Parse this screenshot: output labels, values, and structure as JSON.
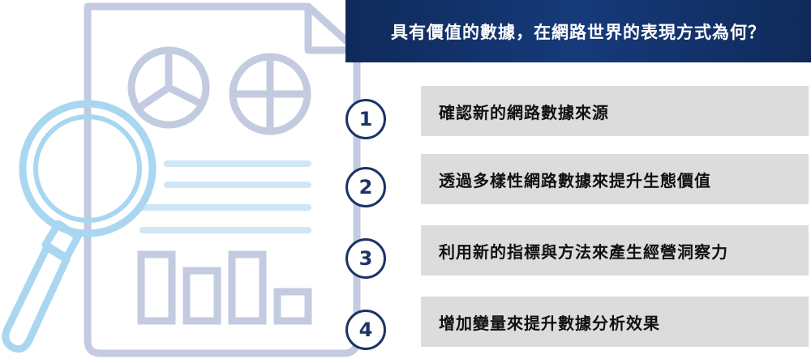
{
  "title": "具有價值的數據，在網路世界的表現方式為何？",
  "steps": [
    {
      "number": "1",
      "text": "確認新的網路數據來源"
    },
    {
      "number": "2",
      "text": "透過多樣性網路數據來提升生態價值"
    },
    {
      "number": "3",
      "text": "利用新的指標與方法來產生經營洞察力"
    },
    {
      "number": "4",
      "text": "增加變量來提升數據分析效果"
    }
  ],
  "colors": {
    "banner": "#163a7a",
    "circle": "#1b3466",
    "bar": "#dcdcdc",
    "document_outline": "#c0c8de",
    "magnifier": "#a9d6f0"
  },
  "icons": [
    "document-icon",
    "pie-chart-icon",
    "quartered-circle-icon",
    "text-lines-icon",
    "bar-chart-icon",
    "magnifying-glass-icon"
  ]
}
